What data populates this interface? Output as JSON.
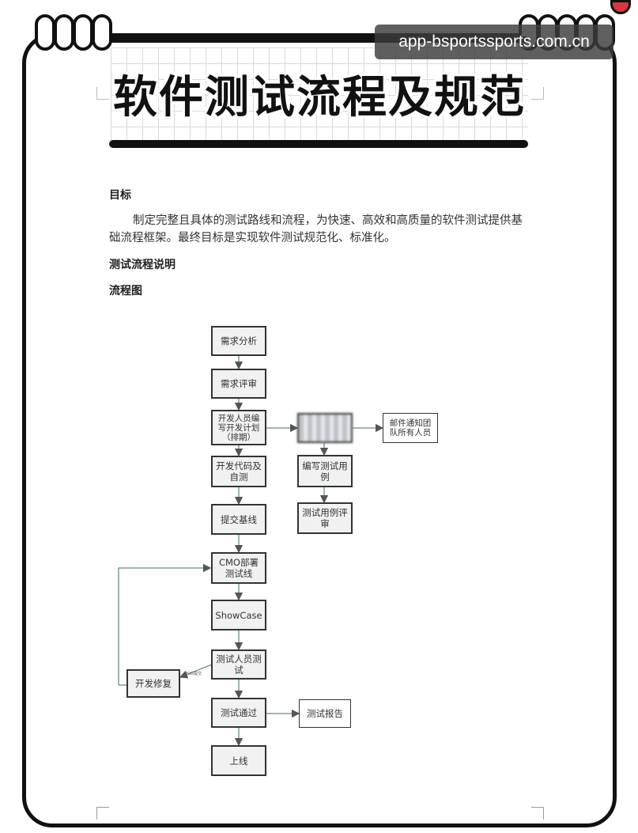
{
  "watermark": "app-bsportssports.com.cn",
  "title": "软件测试流程及规范",
  "section_goal": {
    "heading": "目标",
    "text": "制定完整且具体的测试路线和流程，为快速、高效和高质量的软件测试提供基础流程框架。最终目标是实现软件测试规范化、标准化。"
  },
  "section_process": {
    "heading": "测试流程说明"
  },
  "section_flow": {
    "heading": "流程图"
  },
  "flowchart": {
    "nodes": {
      "req_analysis": "需求分析",
      "req_review": "需求评审",
      "dev_plan": "开发人员编写开发计划（排期）",
      "dev_code": "开发代码及自测",
      "submit_baseline": "提交基线",
      "cmo_deploy": "CMO部署测试线",
      "showcase": "ShowCase",
      "tester_test": "测试人员测试",
      "dev_fix": "开发修复",
      "test_pass": "测试通过",
      "release": "上线",
      "email_notify": "邮件通知团队所有人员",
      "write_cases": "编写测试用例",
      "case_review": "测试用例评审",
      "test_report": "测试报告"
    },
    "edge_label_fix": "BUG提交"
  }
}
